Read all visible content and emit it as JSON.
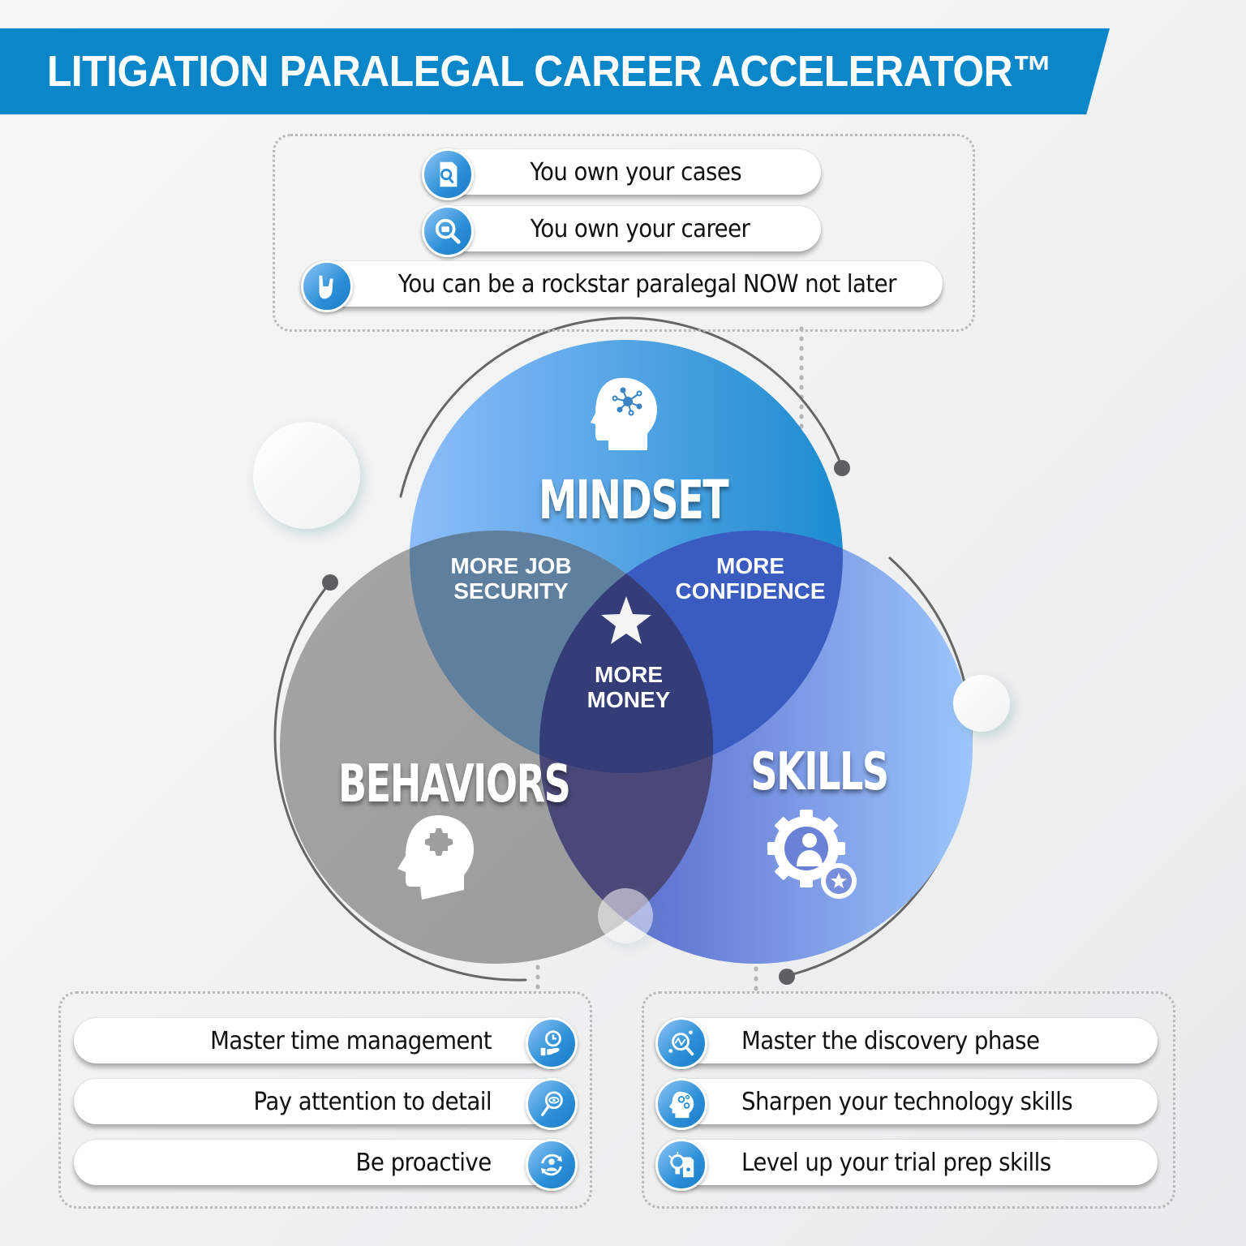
{
  "header": {
    "title": "LITIGATION PARALEGAL CAREER ACCELERATOR™",
    "banner_color": "#0a86c9"
  },
  "mindset_list": {
    "items": [
      {
        "label": "You own your cases",
        "icon": "document-search-icon"
      },
      {
        "label": "You own your career",
        "icon": "briefcase-search-icon"
      },
      {
        "label": "You can be a rockstar paralegal NOW not later",
        "icon": "rock-hand-icon"
      }
    ]
  },
  "venn": {
    "circles": [
      {
        "label": "MINDSET",
        "icon": "head-network-icon",
        "color_from": "#8dbdfa",
        "color_to": "#1b8ccf"
      },
      {
        "label": "BEHAVIORS",
        "icon": "head-puzzle-icon",
        "color": "#a0a0a0"
      },
      {
        "label": "SKILLS",
        "icon": "gear-person-star-icon",
        "color_from": "#4c58c4",
        "color_to": "#9cc6fb"
      }
    ],
    "intersections": {
      "mindset_behaviors": [
        "MORE JOB",
        "SECURITY"
      ],
      "mindset_skills": [
        "MORE",
        "CONFIDENCE"
      ],
      "center": [
        "MORE",
        "MONEY"
      ],
      "center_icon": "star-icon"
    }
  },
  "behaviors_list": {
    "items": [
      {
        "label": "Master time management",
        "icon": "clock-hand-icon"
      },
      {
        "label": "Pay attention to detail",
        "icon": "eye-magnifier-icon"
      },
      {
        "label": "Be proactive",
        "icon": "person-cycle-icon"
      }
    ]
  },
  "skills_list": {
    "items": [
      {
        "label": "Master the discovery phase",
        "icon": "analytics-magnifier-icon"
      },
      {
        "label": "Sharpen your technology skills",
        "icon": "head-gears-icon"
      },
      {
        "label": "Level up your trial prep skills",
        "icon": "lightbulb-document-icon"
      }
    ]
  }
}
